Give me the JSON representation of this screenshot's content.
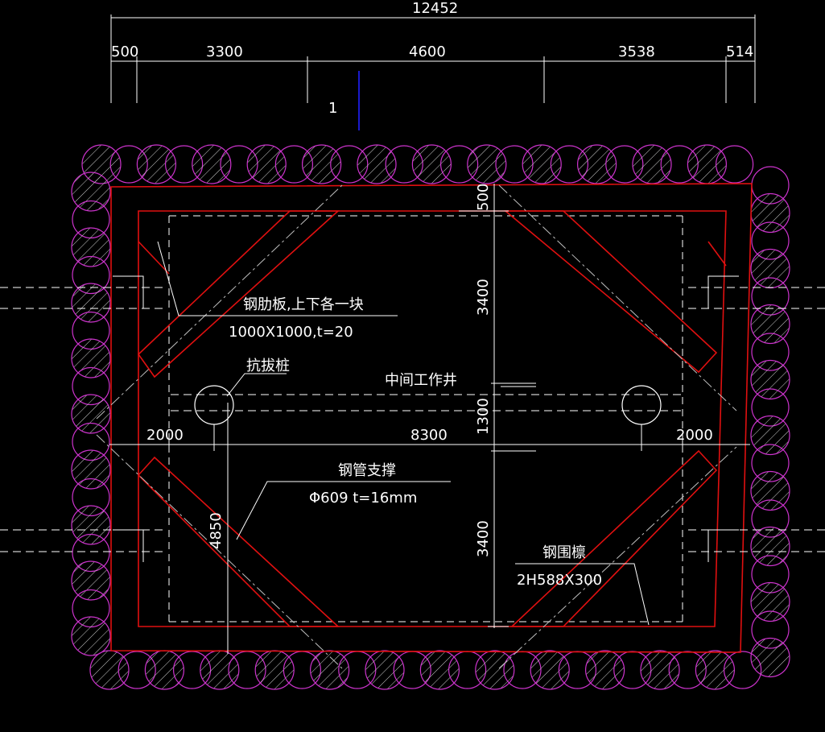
{
  "colors": {
    "background": "#000000",
    "annotation": "#ffffff",
    "pile_circle": "#cc33cc",
    "pile_hatch": "#d0d0d0",
    "steel_member": "#e01010",
    "section_marker": "#2020ff"
  },
  "dimensions": {
    "overall_top": "12452",
    "seg_500": "500",
    "seg_3300": "3300",
    "seg_4600": "4600",
    "seg_3538": "3538",
    "seg_514": "514",
    "v_500": "500",
    "v_3400_top": "3400",
    "v_1300": "1300",
    "v_3400_bottom": "3400",
    "h_2000_left": "2000",
    "h_8300": "8300",
    "h_2000_right": "2000",
    "v_4850": "4850"
  },
  "section_marker": {
    "number": "1"
  },
  "labels": {
    "rib_plate_title": "钢肋板,上下各一块",
    "rib_plate_spec": "1000X1000,t=20",
    "uplift_pile": "抗拔桩",
    "middle_shaft": "中间工作井",
    "steel_pipe_brace_title": "钢管支撑",
    "steel_pipe_brace_spec": "Φ609 t=16mm",
    "steel_waler_title": "钢围檩",
    "steel_waler_spec": "2H588X300"
  }
}
